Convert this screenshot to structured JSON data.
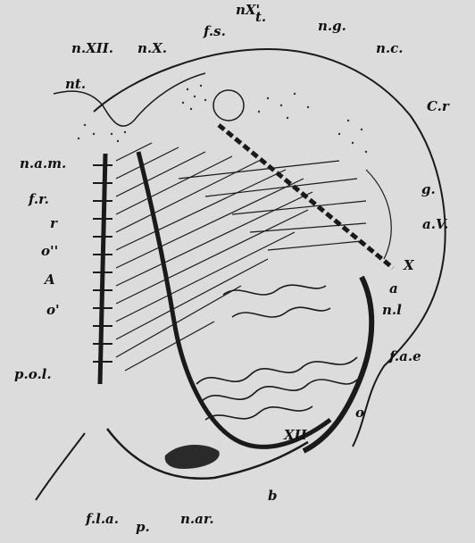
{
  "figure": {
    "labels": {
      "nX_prime": "nX'",
      "t": "t.",
      "ng": "n.g.",
      "fs": "f.s.",
      "nXII": "n.XII.",
      "nX": "n.X.",
      "nc": "n.c.",
      "nt": "nt.",
      "Cr": "C.r",
      "nam": "n.a.m.",
      "g": "g.",
      "fr": "f.r.",
      "aV": "a.V.",
      "r": "r",
      "X": "X",
      "o_dbl": "o''",
      "a": "a",
      "A": "A",
      "nl": "n.l",
      "o_prime": "o'",
      "fae": "f.a.e",
      "pol": "p.o.l.",
      "o": "o",
      "XII": "XII",
      "b": "b",
      "fla": "f.l.a.",
      "p": "p.",
      "nar": "n.ar."
    }
  }
}
